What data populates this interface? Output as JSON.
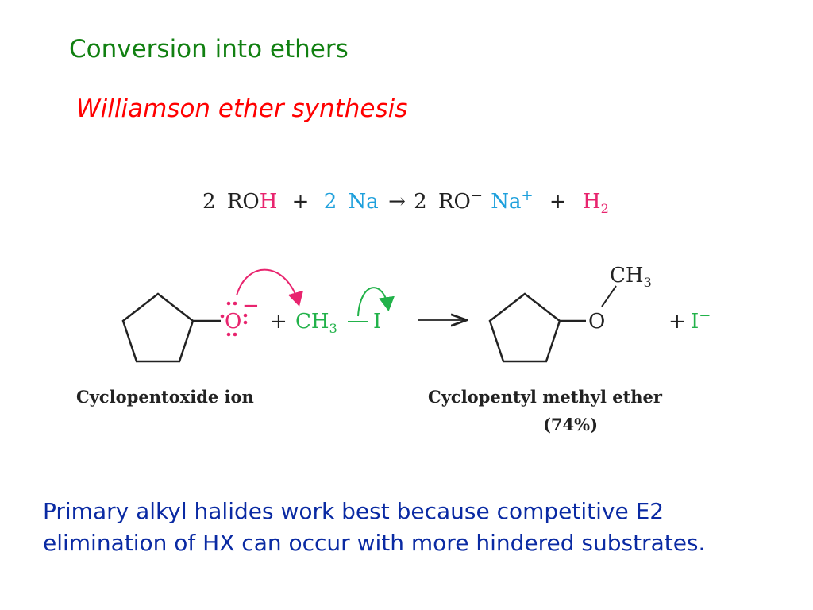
{
  "title": "Conversion into ethers",
  "subtitle": "Williamson ether synthesis",
  "colors": {
    "title": "#118011",
    "subtitle": "#ff0000",
    "black": "#222222",
    "magenta": "#e8246e",
    "cyan": "#1ea0dc",
    "green": "#22b24a",
    "body_text": "#0a2aa3"
  },
  "equation": {
    "coef1": "2",
    "ro": "RO",
    "h": "H",
    "plus1": "+",
    "na_coef": "2",
    "na": "Na",
    "arrow": "→",
    "coef2": "2",
    "ro2": "RO",
    "minus": "−",
    "na_ion": "Na",
    "plus_charge": "+",
    "plus2": "+",
    "h2": "H",
    "h2_sub": "2"
  },
  "reaction": {
    "oxygen": "O",
    "oxygen_charge": "−",
    "plus1": "+",
    "ch3": "CH",
    "ch3_sub": "3",
    "iodine": "I",
    "product_oxygen": "O",
    "product_ch3": "CH",
    "product_ch3_sub": "3",
    "plus2": "+",
    "iodide": "I",
    "iodide_charge": "−",
    "reactant_label": "Cyclopentoxide ion",
    "product_label": "Cyclopentyl methyl ether",
    "yield_label": "(74%)"
  },
  "bottom_text": "Primary alkyl halides work best because competitive E2 elimination of HX can occur with more hindered substrates."
}
